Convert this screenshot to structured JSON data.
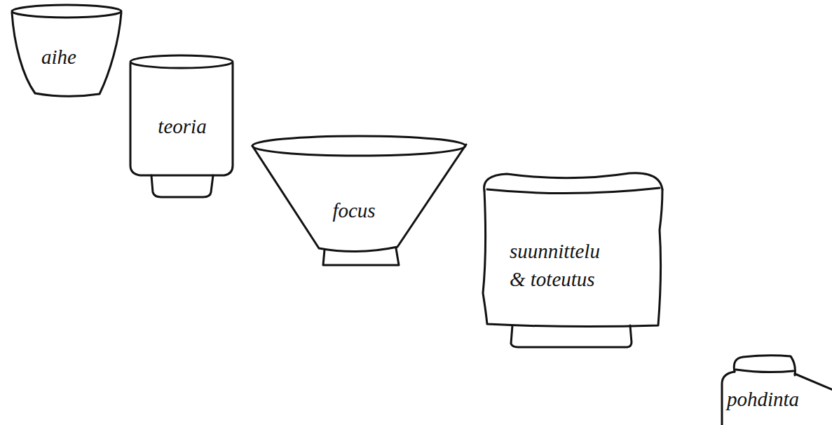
{
  "diagram": {
    "nodes": [
      {
        "text": [
          "aihe"
        ]
      },
      {
        "text": [
          "teoria"
        ]
      },
      {
        "text": [
          "focus"
        ]
      },
      {
        "text": [
          "suunnittelu & toteutus"
        ]
      },
      {
        "text": [
          "pohdinta"
        ]
      }
    ]
  }
}
